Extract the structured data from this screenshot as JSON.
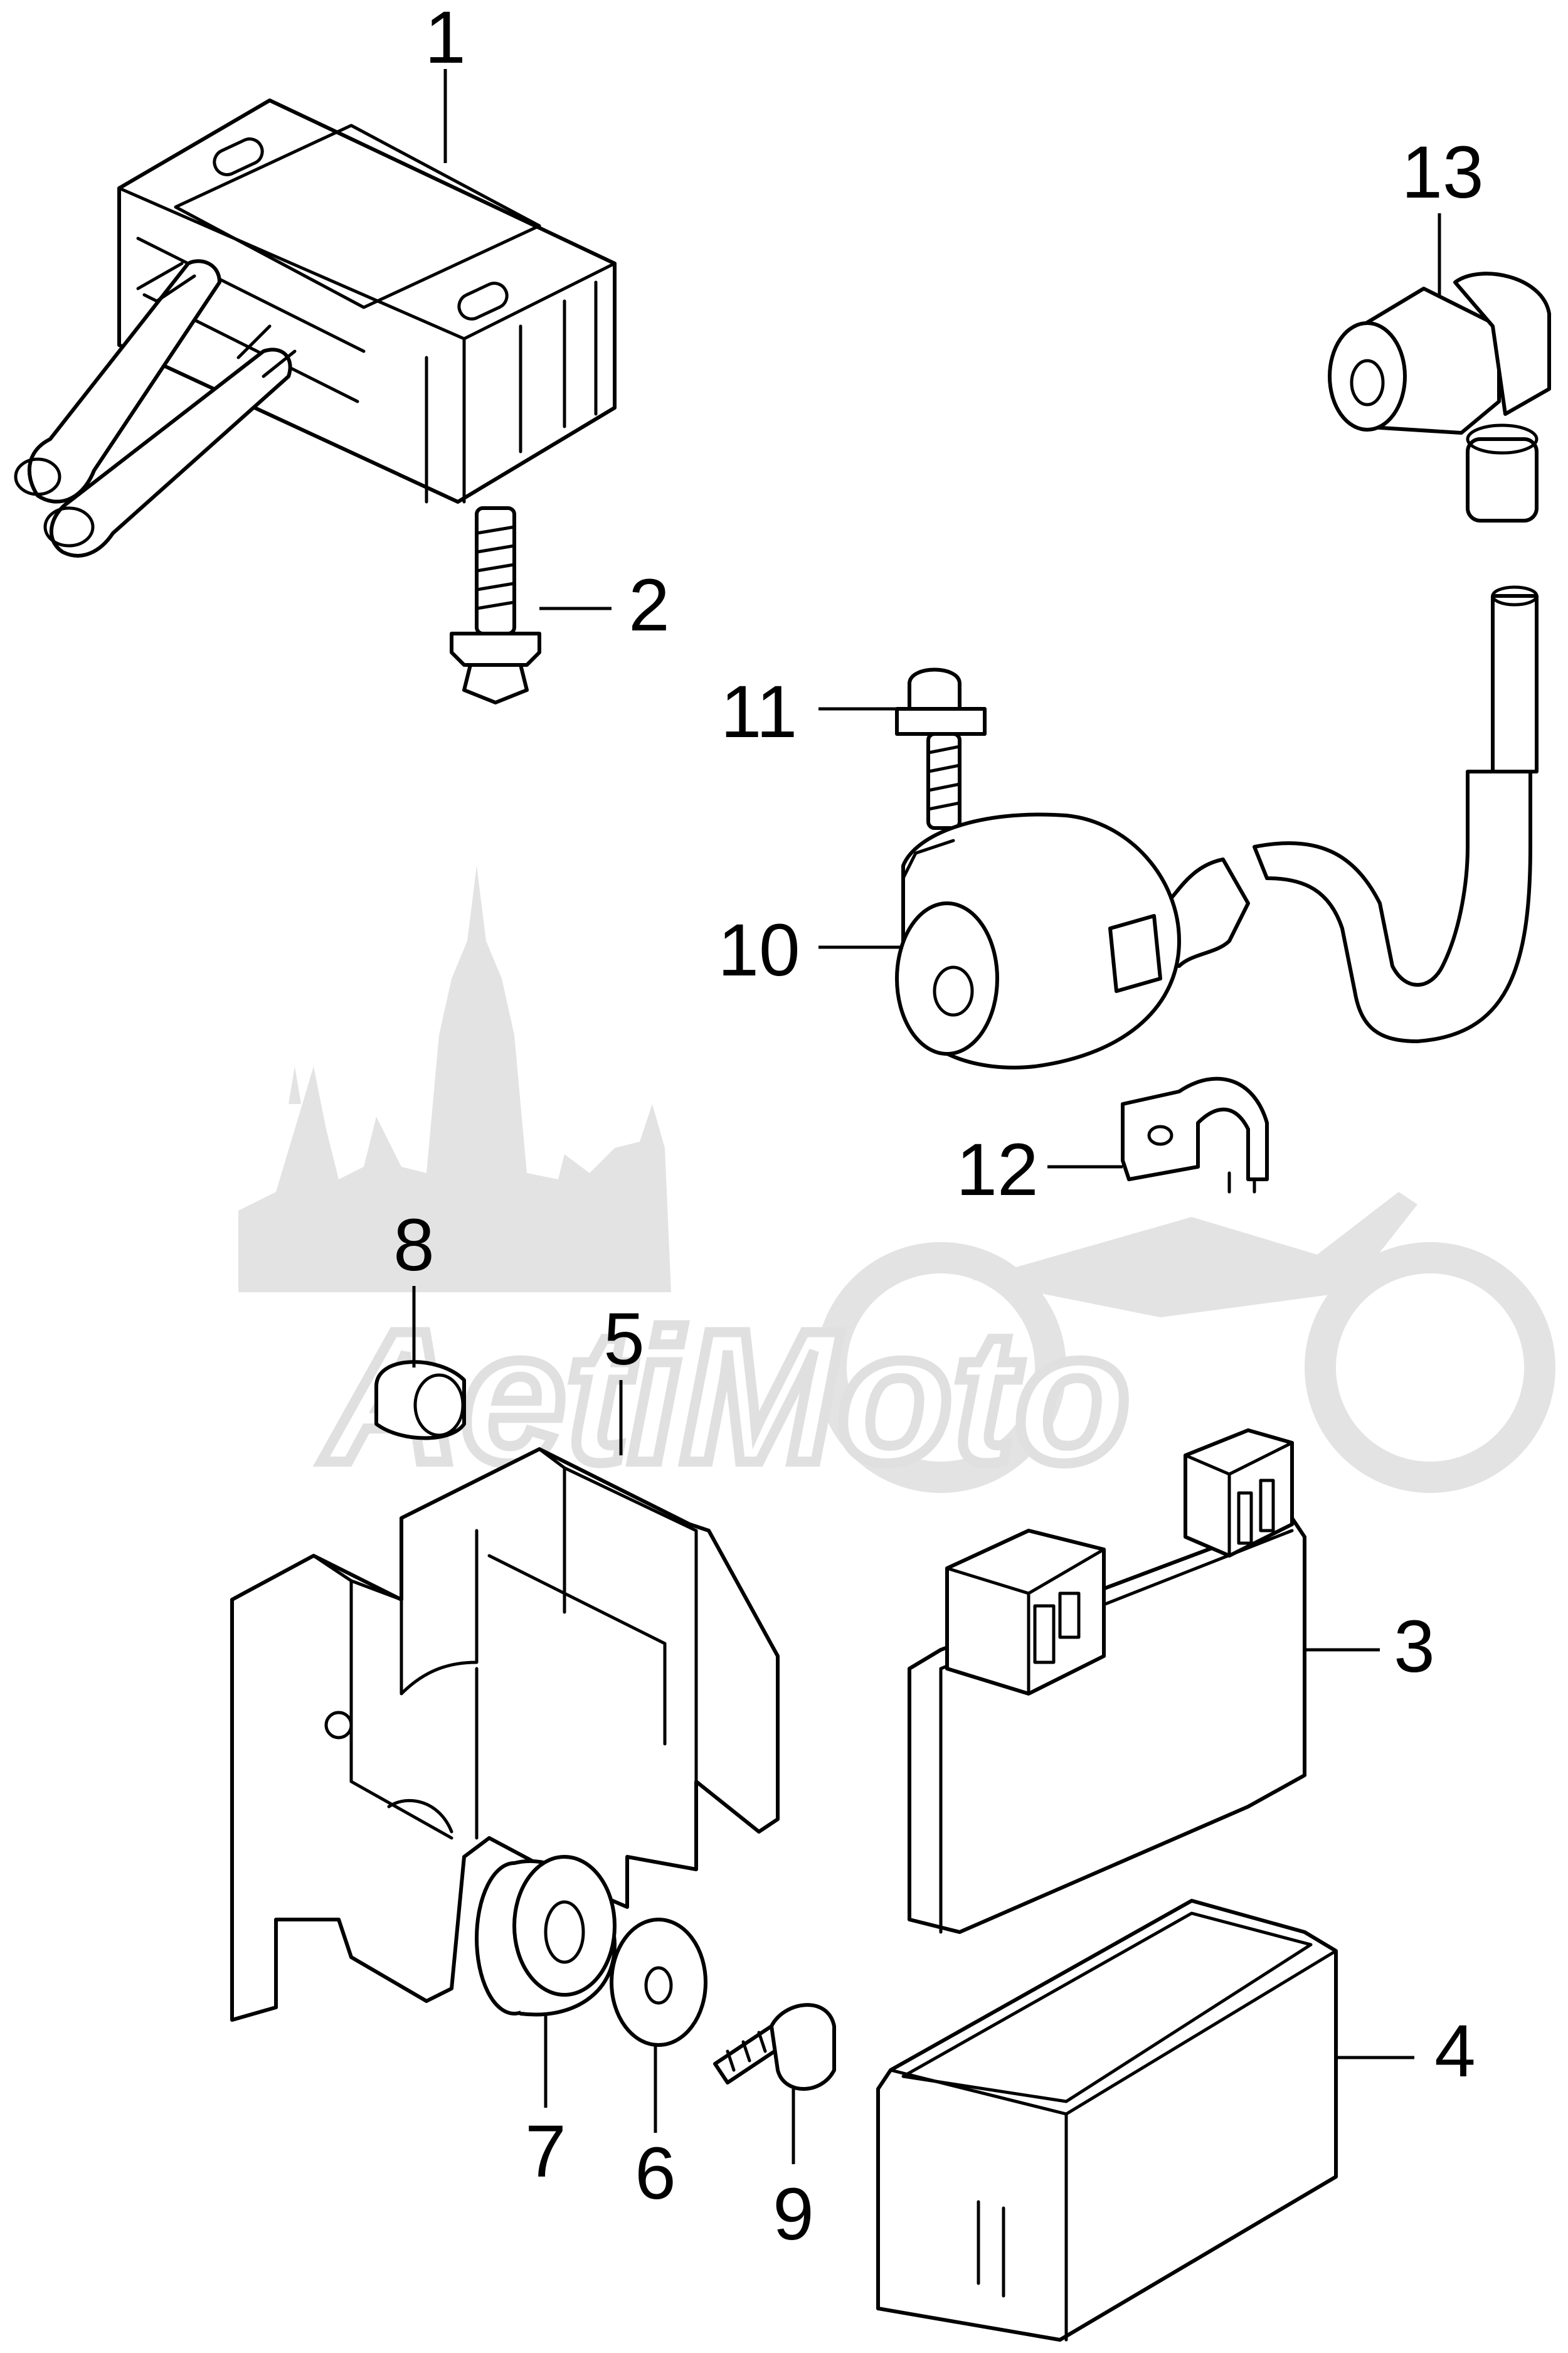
{
  "diagram": {
    "watermark": "AetiMoto",
    "callouts": [
      "1",
      "2",
      "3",
      "4",
      "5",
      "6",
      "7",
      "8",
      "9",
      "10",
      "11",
      "12",
      "13"
    ]
  }
}
